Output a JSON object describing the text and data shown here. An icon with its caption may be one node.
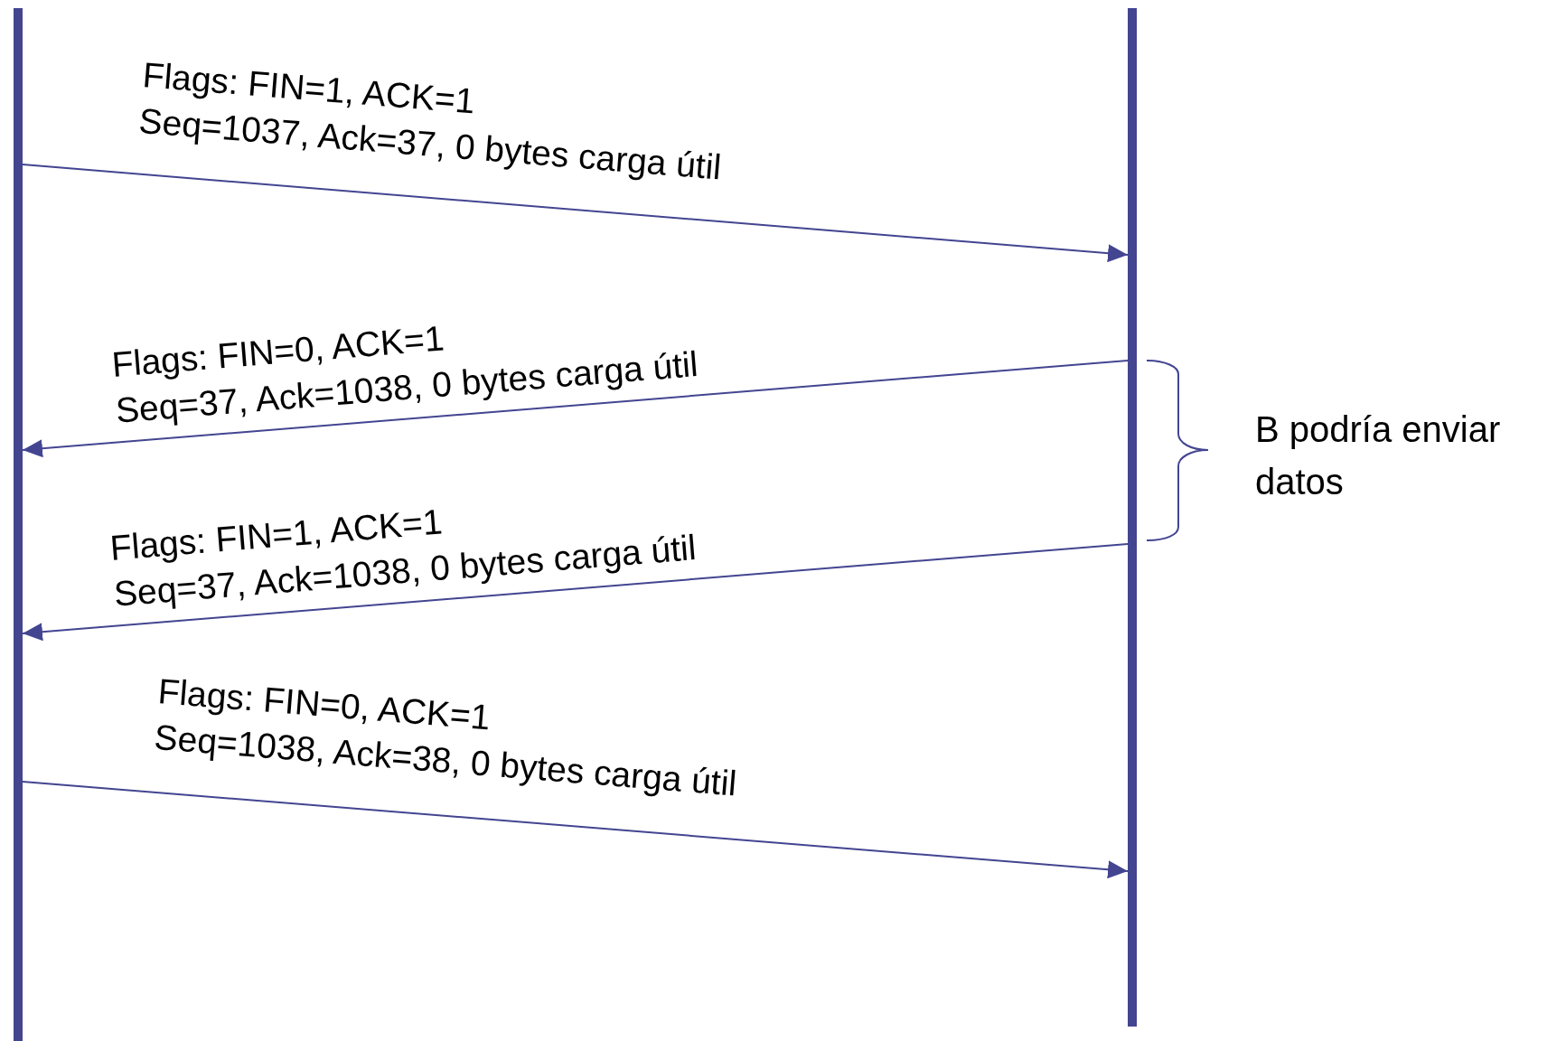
{
  "diagram": {
    "nodes": [
      {
        "text": [],
        "shape": "bar"
      },
      {
        "text": [],
        "shape": "bar"
      }
    ],
    "edges": [
      {
        "from": 0,
        "to": 1,
        "arrow": "to",
        "label": "Flags: FIN=1, ACK=1 Seq=1037, Ack=37, 0 bytes carga útil"
      },
      {
        "from": 1,
        "to": 0,
        "arrow": "to",
        "label": "Flags: FIN=0, ACK=1 Seq=37, Ack=1038, 0 bytes carga útil"
      },
      {
        "from": 1,
        "to": 0,
        "arrow": "to",
        "label": "Flags: FIN=1, ACK=1 Seq=37, Ack=1038, 0 bytes carga útil"
      },
      {
        "from": 0,
        "to": 1,
        "arrow": "to",
        "label": "Flags: FIN=0, ACK=1 Seq=1038, Ack=38, 0 bytes carga útil"
      }
    ],
    "labels": [
      "B podría enviar datos"
    ]
  }
}
